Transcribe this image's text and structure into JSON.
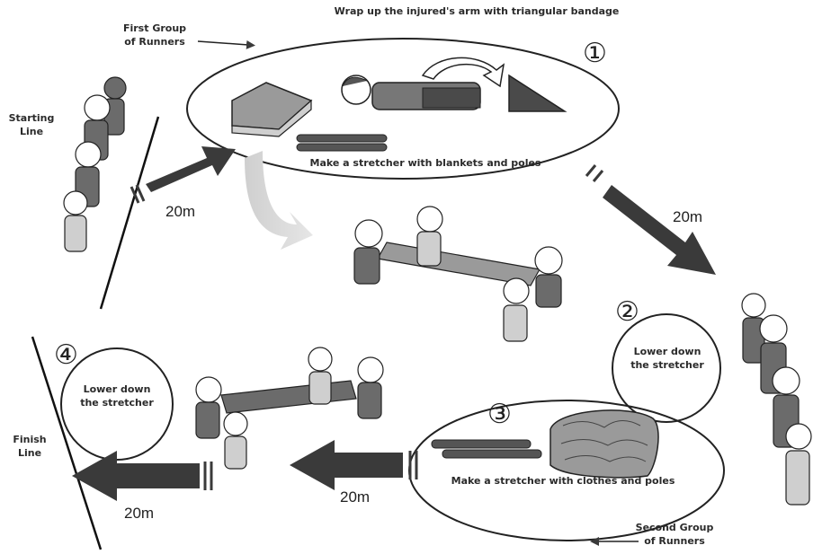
{
  "title": "Wrap up the injured's arm with triangular bandage",
  "labels": {
    "first_group": "First Group\nof Runners",
    "second_group": "Second Group\nof Runners",
    "starting_line": "Starting\nLine",
    "finish_line": "Finish\nLine",
    "stretcher_blankets": "Make a stretcher with blankets and poles",
    "stretcher_clothes": "Make a stretcher with clothes and poles",
    "lower_down_2": "Lower down\nthe stretcher",
    "lower_down_4": "Lower down\nthe stretcher"
  },
  "steps": [
    "①",
    "②",
    "③",
    "④"
  ],
  "distances": {
    "d1": "20m",
    "d2": "20m",
    "d3": "20m",
    "d4": "20m"
  },
  "colors": {
    "ink": "#2a2a2a",
    "arrow": "#3a3a3a",
    "light_arrow": "#d4d4d4",
    "figure_fill": "#6b6b6b",
    "figure_light": "#cfcfcf"
  },
  "icons": [
    "triangular-bandage-icon",
    "blanket-stack-icon",
    "poles-icon",
    "clothes-pile-icon",
    "injured-person-icon",
    "runner-figure-icon",
    "stretcher-team-icon"
  ]
}
